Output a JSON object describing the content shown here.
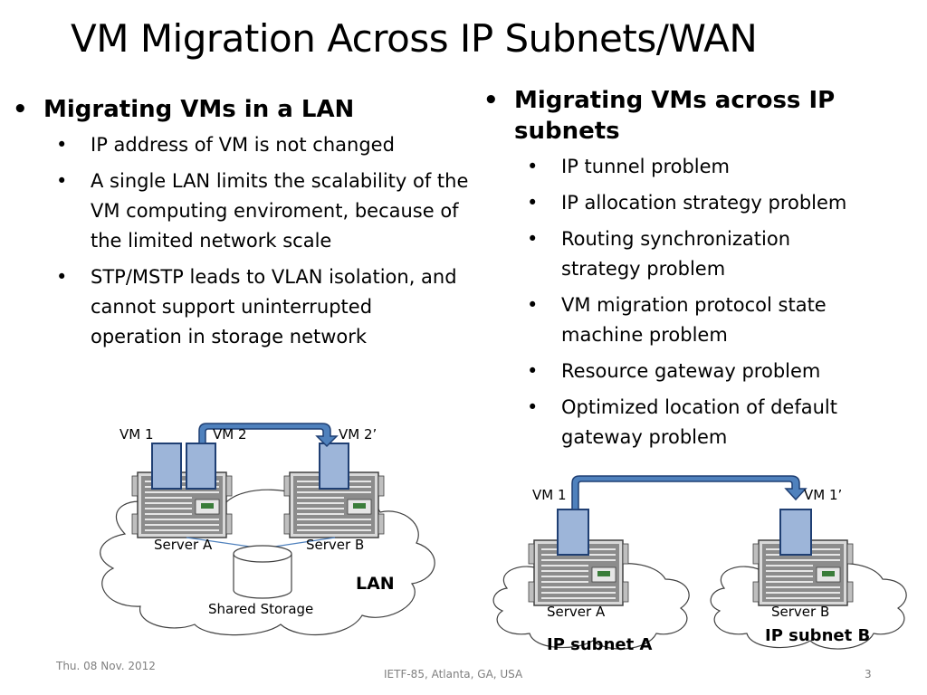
{
  "title": "VM Migration Across IP Subnets/WAN",
  "left": {
    "heading": "Migrating VMs in a LAN",
    "items": [
      "IP address of VM is not changed",
      "A single LAN limits the scalability of the VM computing enviroment, because of the limited network scale",
      "STP/MSTP leads to VLAN isolation, and cannot support uninterrupted operation in storage network"
    ]
  },
  "right": {
    "heading": "Migrating VMs across IP subnets",
    "items": [
      "IP tunnel problem",
      "IP allocation strategy problem",
      "Routing  synchronization strategy problem",
      "VM migration protocol state machine problem",
      "Resource gateway problem",
      "Optimized location of default gateway problem"
    ]
  },
  "lan_diagram": {
    "vm1": "VM 1",
    "vm2": "VM 2",
    "vm2_dest": "VM 2’",
    "server_a": "Server A",
    "server_b": "Server B",
    "storage": "Shared Storage",
    "network": "LAN"
  },
  "wan_diagram": {
    "vm1": "VM 1",
    "vm1_dest": "VM 1’",
    "server_a": "Server A",
    "server_b": "Server B",
    "subnet_a": "IP subnet A",
    "subnet_b": "IP subnet B"
  },
  "footer": {
    "date": "Thu. 08 Nov. 2012",
    "event": "IETF-85, Atlanta, GA, USA",
    "page": "3"
  },
  "colors": {
    "vm_fill": "#9DB5D9",
    "vm_stroke": "#1F3F73",
    "arrow_fill": "#4F81BD",
    "arrow_stroke": "#1F3F73"
  },
  "icons": [
    "server-icon",
    "storage-cylinder-icon",
    "cloud-icon",
    "curved-arrow-icon"
  ]
}
